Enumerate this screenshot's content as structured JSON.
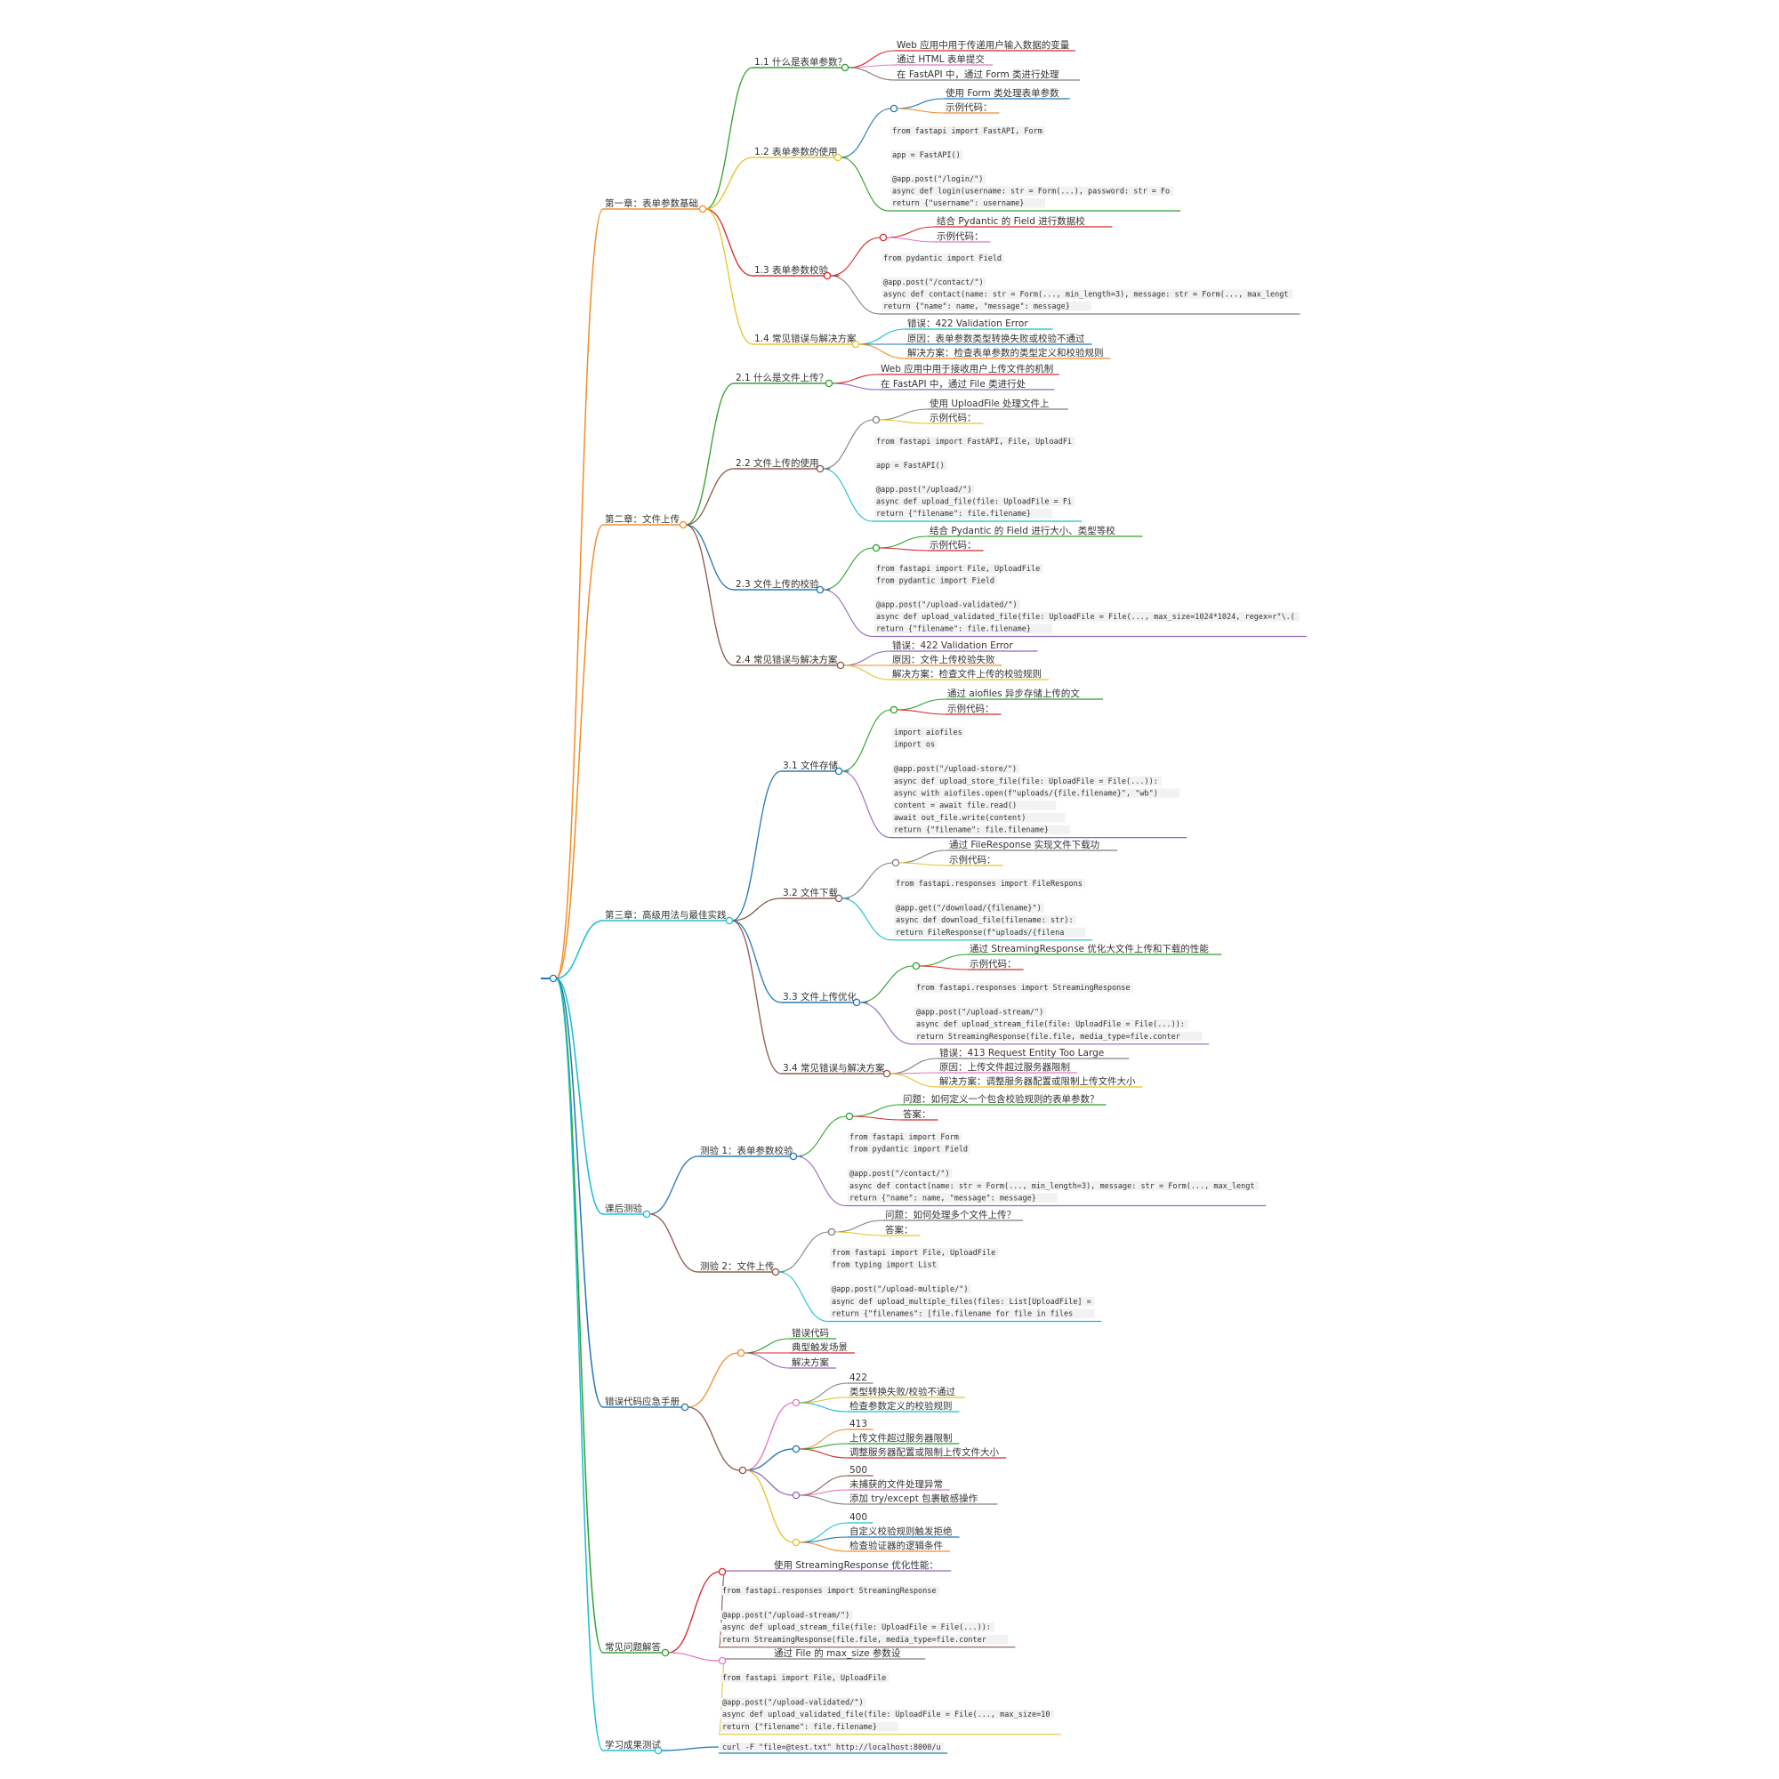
{
  "mindmap": {
    "branches": [
      {
        "id": "c1",
        "label": "第一章：表单参数基础",
        "color": "#f28c28",
        "children": [
          {
            "id": "c1s1",
            "label": "1.1 什么是表单参数？",
            "color": "#2ca02c",
            "children": [
              {
                "label": "Web 应用中用于传递用户输入数据的变量",
                "color": "#d62728"
              },
              {
                "label": "通过 HTML 表单提交",
                "color": "#e377c2"
              },
              {
                "label": "在 FastAPI 中，通过 Form 类进行处理",
                "color": "#7f7f7f"
              }
            ]
          },
          {
            "id": "c1s2",
            "label": "1.2 表单参数的使用",
            "color": "#e6c229",
            "children": [
              {
                "label": "使用 Form 类处理表单参数",
                "color": "#1f77b4"
              },
              {
                "label": "示例代码：",
                "color": "#f28c28"
              }
            ],
            "code": [
              "from fastapi import FastAPI, Form",
              "",
              "app = FastAPI()",
              "",
              "@app.post(\"/login/\")",
              "async def login(username: str = Form(...), password: str = Fo",
              "    return {\"username\": username}"
            ],
            "code_color": "#2ca02c"
          },
          {
            "id": "c1s3",
            "label": "1.3 表单参数校验",
            "color": "#d62728",
            "children": [
              {
                "label": "结合 Pydantic 的 Field 进行数据校",
                "color": "#d62728"
              },
              {
                "label": "示例代码：",
                "color": "#e377c2"
              }
            ],
            "code": [
              "from pydantic import Field",
              "",
              "@app.post(\"/contact/\")",
              "async def contact(name: str = Form(..., min_length=3), message: str = Form(..., max_lengt",
              "    return {\"name\": name, \"message\": message}"
            ],
            "code_color": "#7f7f7f"
          },
          {
            "id": "c1s4",
            "label": "1.4 常见错误与解决方案",
            "color": "#e6c229",
            "children": [
              {
                "label": "错误：422 Validation Error",
                "color": "#17becf"
              },
              {
                "label": "原因：表单参数类型转换失败或校验不通过",
                "color": "#1f77b4"
              },
              {
                "label": "解决方案：检查表单参数的类型定义和校验规则",
                "color": "#f28c28"
              }
            ]
          }
        ]
      },
      {
        "id": "c2",
        "label": "第二章：文件上传",
        "color": "#f28c28",
        "children": [
          {
            "id": "c2s1",
            "label": "2.1 什么是文件上传？",
            "color": "#2ca02c",
            "children": [
              {
                "label": "Web 应用中用于接收用户上传文件的机制",
                "color": "#d62728"
              },
              {
                "label": "在 FastAPI 中，通过 File 类进行处",
                "color": "#9467bd"
              }
            ]
          },
          {
            "id": "c2s2",
            "label": "2.2 文件上传的使用",
            "color": "#8c564b",
            "children": [
              {
                "label": "使用 UploadFile 处理文件上",
                "color": "#7f7f7f"
              },
              {
                "label": "示例代码：",
                "color": "#e6c229"
              }
            ],
            "code": [
              "from fastapi import FastAPI, File, UploadFi",
              "",
              "app = FastAPI()",
              "",
              "@app.post(\"/upload/\")",
              "async def upload_file(file: UploadFile = Fi",
              "    return {\"filename\": file.filename}"
            ],
            "code_color": "#17becf"
          },
          {
            "id": "c2s3",
            "label": "2.3 文件上传的校验",
            "color": "#1f77b4",
            "children": [
              {
                "label": "结合 Pydantic 的 Field 进行大小、类型等校",
                "color": "#2ca02c"
              },
              {
                "label": "示例代码：",
                "color": "#d62728"
              }
            ],
            "code": [
              "from fastapi import File, UploadFile",
              "from pydantic import Field",
              "",
              "@app.post(\"/upload-validated/\")",
              "async def upload_validated_file(file: UploadFile = File(..., max_size=1024*1024, regex=r\"\\.(",
              "    return {\"filename\": file.filename}"
            ],
            "code_color": "#9467bd"
          },
          {
            "id": "c2s4",
            "label": "2.4 常见错误与解决方案",
            "color": "#8c564b",
            "children": [
              {
                "label": "错误：422 Validation Error",
                "color": "#9467bd"
              },
              {
                "label": "原因：文件上传校验失败",
                "color": "#f28c28"
              },
              {
                "label": "解决方案：检查文件上传的校验规则",
                "color": "#e6c229"
              }
            ]
          }
        ]
      },
      {
        "id": "c3",
        "label": "第三章：高级用法与最佳实践",
        "color": "#17becf",
        "children": [
          {
            "id": "c3s1",
            "label": "3.1 文件存储",
            "color": "#1f77b4",
            "children": [
              {
                "label": "通过 aiofiles 异步存储上传的文",
                "color": "#2ca02c"
              },
              {
                "label": "示例代码：",
                "color": "#d62728"
              }
            ],
            "code": [
              "import aiofiles",
              "import os",
              "",
              "@app.post(\"/upload-store/\")",
              "async def upload_store_file(file: UploadFile = File(...)):",
              "    async with aiofiles.open(f\"uploads/{file.filename}\", \"wb\")",
              "        content = await file.read()",
              "        await out_file.write(content)",
              "    return {\"filename\": file.filename}"
            ],
            "code_color": "#9467bd"
          },
          {
            "id": "c3s2",
            "label": "3.2 文件下载",
            "color": "#8c564b",
            "children": [
              {
                "label": "通过 FileResponse 实现文件下载功",
                "color": "#7f7f7f"
              },
              {
                "label": "示例代码：",
                "color": "#e6c229"
              }
            ],
            "code": [
              "from fastapi.responses import FileRespons",
              "",
              "@app.get(\"/download/{filename}\")",
              "async def download_file(filename: str):",
              "    return FileResponse(f\"uploads/{filena"
            ],
            "code_color": "#17becf"
          },
          {
            "id": "c3s3",
            "label": "3.3 文件上传优化",
            "color": "#1f77b4",
            "children": [
              {
                "label": "通过 StreamingResponse 优化大文件上传和下载的性能",
                "color": "#2ca02c"
              },
              {
                "label": "示例代码：",
                "color": "#d62728"
              }
            ],
            "code": [
              "from fastapi.responses import StreamingResponse",
              "",
              "@app.post(\"/upload-stream/\")",
              "async def upload_stream_file(file: UploadFile = File(...)):",
              "    return StreamingResponse(file.file, media_type=file.conter"
            ],
            "code_color": "#9467bd"
          },
          {
            "id": "c3s4",
            "label": "3.4 常见错误与解决方案",
            "color": "#8c564b",
            "children": [
              {
                "label": "错误：413 Request Entity Too Large",
                "color": "#7f7f7f"
              },
              {
                "label": "原因：上传文件超过服务器限制",
                "color": "#e377c2"
              },
              {
                "label": "解决方案：调整服务器配置或限制上传文件大小",
                "color": "#e6c229"
              }
            ]
          }
        ]
      },
      {
        "id": "c4",
        "label": "课后测验",
        "color": "#17becf",
        "children": [
          {
            "id": "c4s1",
            "label": "测验 1：表单参数校验",
            "color": "#1f77b4",
            "children": [
              {
                "label": "问题：如何定义一个包含校验规则的表单参数？",
                "color": "#2ca02c"
              },
              {
                "label": "答案：",
                "color": "#d62728"
              }
            ],
            "code": [
              "from fastapi import Form",
              "from pydantic import Field",
              "",
              "@app.post(\"/contact/\")",
              "async def contact(name: str = Form(..., min_length=3), message: str = Form(..., max_lengt",
              "    return {\"name\": name, \"message\": message}"
            ],
            "code_color": "#9467bd"
          },
          {
            "id": "c4s2",
            "label": "测验 2：文件上传",
            "color": "#8c564b",
            "children": [
              {
                "label": "问题：如何处理多个文件上传？",
                "color": "#7f7f7f"
              },
              {
                "label": "答案：",
                "color": "#e6c229"
              }
            ],
            "code": [
              "from fastapi import File, UploadFile",
              "from typing import List",
              "",
              "@app.post(\"/upload-multiple/\")",
              "async def upload_multiple_files(files: List[UploadFile] =",
              "    return {\"filenames\": [file.filename for file in files"
            ],
            "code_color": "#17becf"
          }
        ]
      },
      {
        "id": "c5",
        "label": "错误代码应急手册",
        "color": "#1f77b4",
        "children": [
          {
            "id": "c5h",
            "label": "",
            "color": "#f28c28",
            "children": [
              {
                "label": "错误代码",
                "color": "#2ca02c"
              },
              {
                "label": "典型触发场景",
                "color": "#d62728"
              },
              {
                "label": "解决方案",
                "color": "#9467bd"
              }
            ]
          },
          {
            "id": "c5g",
            "label": "",
            "color": "#8c564b",
            "groups": [
              {
                "color": "#e377c2",
                "children": [
                  {
                    "label": "422",
                    "color": "#7f7f7f"
                  },
                  {
                    "label": "类型转换失败/校验不通过",
                    "color": "#e6c229"
                  },
                  {
                    "label": "检查参数定义的校验规则",
                    "color": "#17becf"
                  }
                ]
              },
              {
                "color": "#1f77b4",
                "children": [
                  {
                    "label": "413",
                    "color": "#f28c28"
                  },
                  {
                    "label": "上传文件超过服务器限制",
                    "color": "#2ca02c"
                  },
                  {
                    "label": "调整服务器配置或限制上传文件大小",
                    "color": "#d62728"
                  }
                ]
              },
              {
                "color": "#9467bd",
                "children": [
                  {
                    "label": "500",
                    "color": "#8c564b"
                  },
                  {
                    "label": "未捕获的文件处理异常",
                    "color": "#e377c2"
                  },
                  {
                    "label": "添加 try/except 包裹敏感操作",
                    "color": "#7f7f7f"
                  }
                ]
              },
              {
                "color": "#e6c229",
                "children": [
                  {
                    "label": "400",
                    "color": "#17becf"
                  },
                  {
                    "label": "自定义校验规则触发拒绝",
                    "color": "#1f77b4"
                  },
                  {
                    "label": "检查验证器的逻辑条件",
                    "color": "#f28c28"
                  }
                ]
              }
            ]
          }
        ]
      },
      {
        "id": "c6",
        "label": "常见问题解答",
        "color": "#2ca02c",
        "children": [
          {
            "id": "c6s1",
            "label": "",
            "color": "#d62728",
            "children": [
              {
                "label": "使用 StreamingResponse 优化性能：",
                "color": "#9467bd"
              }
            ],
            "code": [
              "from fastapi.responses import StreamingResponse",
              "",
              "@app.post(\"/upload-stream/\")",
              "async def upload_stream_file(file: UploadFile = File(...)):",
              "    return StreamingResponse(file.file, media_type=file.conter"
            ],
            "code_color": "#8c564b"
          },
          {
            "id": "c6s2",
            "label": "",
            "color": "#e377c2",
            "children": [
              {
                "label": "通过 File 的 max_size 参数设",
                "color": "#7f7f7f"
              }
            ],
            "code": [
              "from fastapi import File, UploadFile",
              "",
              "@app.post(\"/upload-validated/\")",
              "async def upload_validated_file(file: UploadFile = File(..., max_size=10",
              "    return {\"filename\": file.filename}"
            ],
            "code_color": "#e6c229"
          }
        ]
      },
      {
        "id": "c7",
        "label": "学习成果测试",
        "color": "#17becf",
        "children": [],
        "code": [
          "curl -F \"file=@test.txt\" http://localhost:8000/u"
        ],
        "code_color": "#1f77b4"
      }
    ]
  }
}
